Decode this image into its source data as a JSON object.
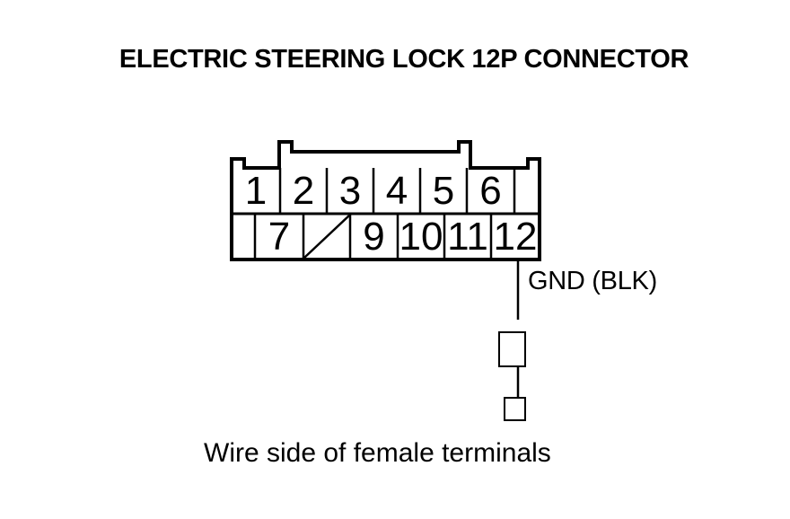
{
  "title": "ELECTRIC STEERING LOCK 12P CONNECTOR",
  "connector": {
    "top_row_pins": [
      "1",
      "2",
      "3",
      "4",
      "5",
      "6"
    ],
    "bottom_row_pins": [
      "7",
      "9",
      "10",
      "11",
      "12"
    ],
    "has_slashed_cell": true,
    "top_row_blank_cell_position": "right",
    "bottom_row_blank_cell_position": "left"
  },
  "wire": {
    "label": "GND (BLK)",
    "from_pin": "12"
  },
  "caption": "Wire side of female terminals",
  "colors": {
    "background": "#ffffff",
    "lines": "#000000",
    "text": "#000000"
  }
}
